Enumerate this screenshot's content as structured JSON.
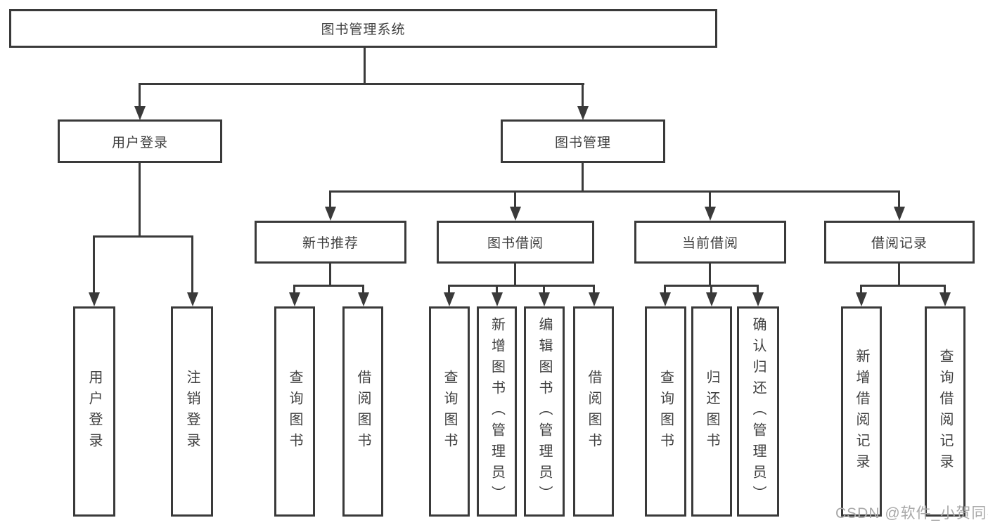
{
  "diagram": {
    "root": {
      "label": "图书管理系统"
    },
    "level2": [
      {
        "label": "用户登录",
        "children": [
          "用户登录",
          "注销登录"
        ]
      },
      {
        "label": "图书管理"
      }
    ],
    "level3": [
      {
        "label": "新书推荐",
        "children": [
          "查询图书",
          "借阅图书"
        ]
      },
      {
        "label": "图书借阅",
        "children": [
          "查询图书",
          "新增图书（管理员）",
          "编辑图书（管理员）",
          "借阅图书"
        ]
      },
      {
        "label": "当前借阅",
        "children": [
          "查询图书",
          "归还图书",
          "确认归还（管理员）"
        ]
      },
      {
        "label": "借阅记录",
        "children": [
          "新增借阅记录",
          "查询借阅记录"
        ]
      }
    ]
  },
  "watermark": {
    "text": "CSDN @软件_小贺同学"
  },
  "colors": {
    "line": "#3a3a3a",
    "text": "#3f3f3f",
    "watermark": "#a9a9a9",
    "background": "#ffffff"
  }
}
